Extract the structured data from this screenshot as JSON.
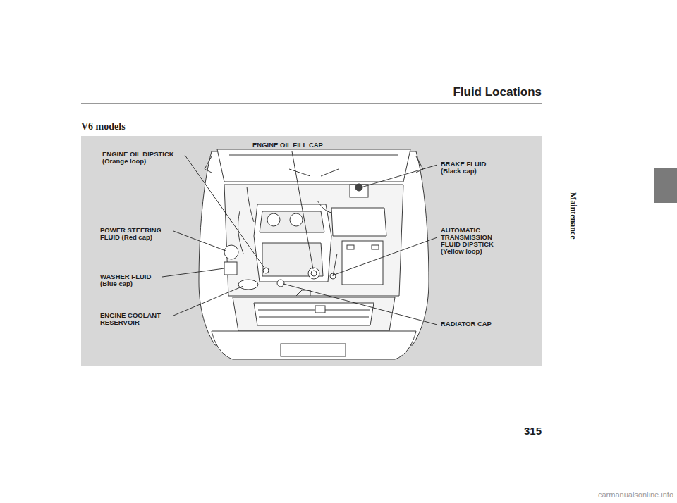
{
  "diagram": {
    "title": "Fluid Locations",
    "labels": [
      "V6 models",
      "ENGINE OIL DIPSTICK (Orange loop)",
      "ENGINE OIL FILL CAP",
      "BRAKE FLUID (Black cap)",
      "POWER STEERING FLUID (Red cap)",
      "AUTOMATIC TRANSMISSION FLUID DIPSTICK (Yellow loop)",
      "WASHER FLUID (Blue cap)",
      "ENGINE COOLANT RESERVOIR",
      "RADIATOR CAP",
      "Maintenance",
      "315",
      "carmanualsonline.info"
    ]
  }
}
